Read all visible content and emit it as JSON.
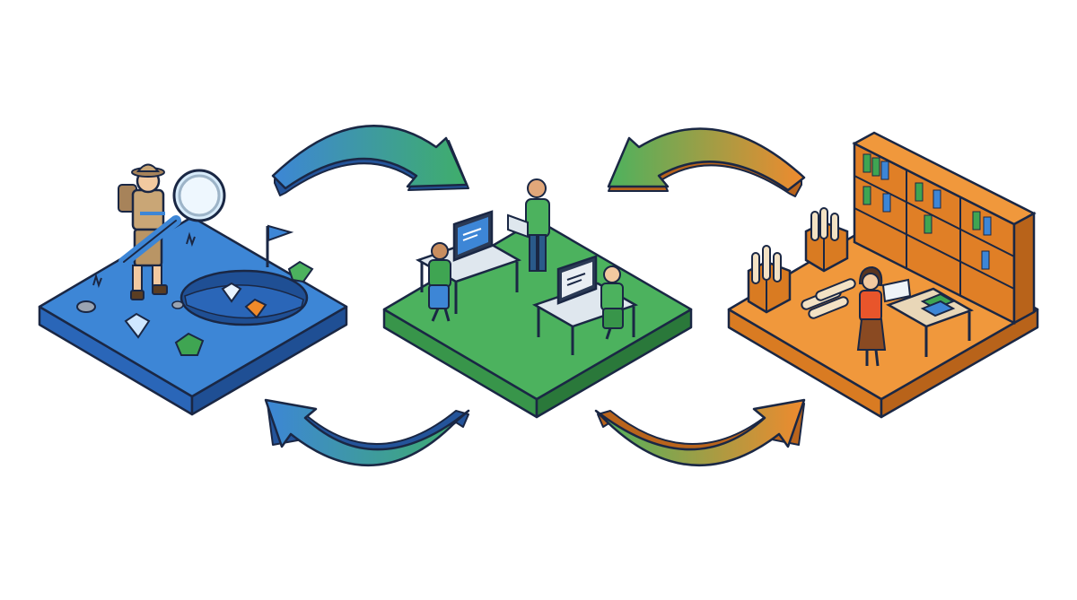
{
  "diagram": {
    "stages": [
      {
        "id": "discovery",
        "icon": "explorer-gems-icon"
      },
      {
        "id": "collaboration",
        "icon": "office-team-icon"
      },
      {
        "id": "knowledge",
        "icon": "library-archive-icon"
      }
    ],
    "arrows": [
      {
        "id": "top-left",
        "from": "discovery",
        "to": "collaboration"
      },
      {
        "id": "top-right",
        "from": "knowledge",
        "to": "collaboration"
      },
      {
        "id": "bottom-left",
        "from": "collaboration",
        "to": "discovery"
      },
      {
        "id": "bottom-right",
        "from": "collaboration",
        "to": "knowledge"
      }
    ]
  },
  "colors": {
    "background": "#ffffff",
    "outline": "#1a2744",
    "blue_top": "#3d86d6",
    "blue_side": "#2a66b8",
    "blue_side_dark": "#1f4f94",
    "green_top": "#4cb25e",
    "green_side": "#38954a",
    "green_side_dark": "#2a783a",
    "orange_top": "#f0983c",
    "orange_side": "#d97b22",
    "orange_side_dark": "#b8631a"
  }
}
